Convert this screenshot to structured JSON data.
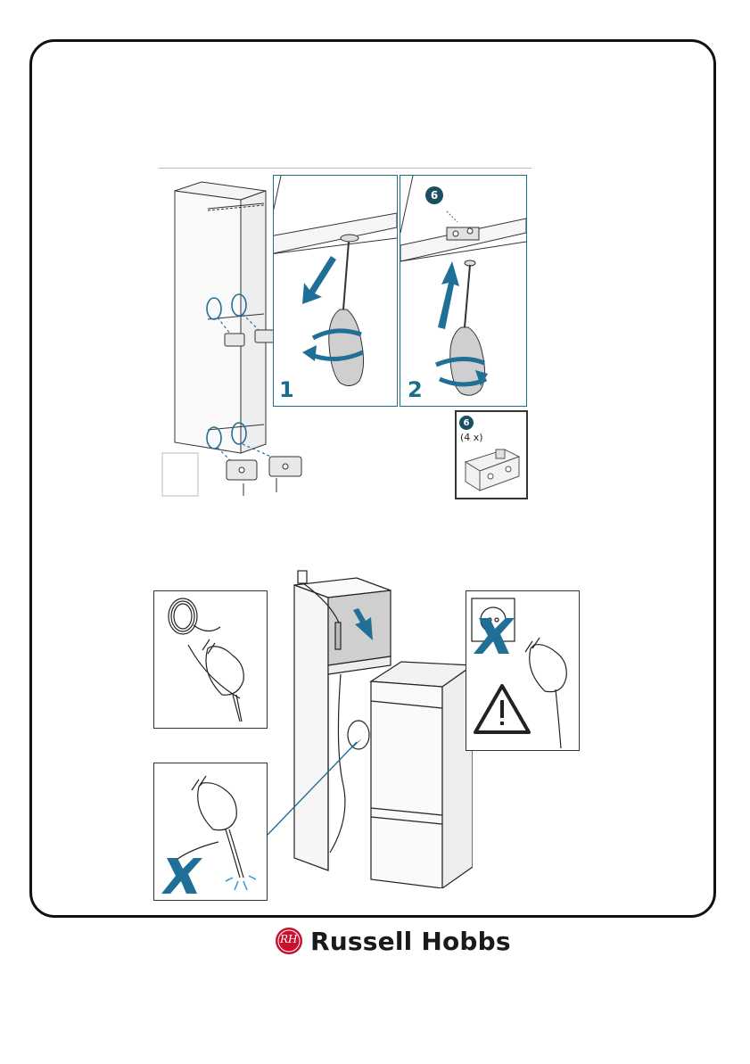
{
  "top_figure": {
    "step1_label": "1",
    "step2_label": "2",
    "part_callout": "6",
    "part_box_number": "6",
    "part_box_qty": "(4 x)"
  },
  "brand": {
    "name": "Russell Hobbs",
    "monogram": "RH"
  },
  "colors": {
    "accent": "#1a6e8c",
    "arrow_blue": "#1f6f96",
    "badge": "#1a4f63",
    "line": "#222222"
  },
  "icons": {
    "warning": "warning-triangle-icon",
    "forbidden": "blue-x-icon",
    "plug": "power-plug-icon"
  }
}
